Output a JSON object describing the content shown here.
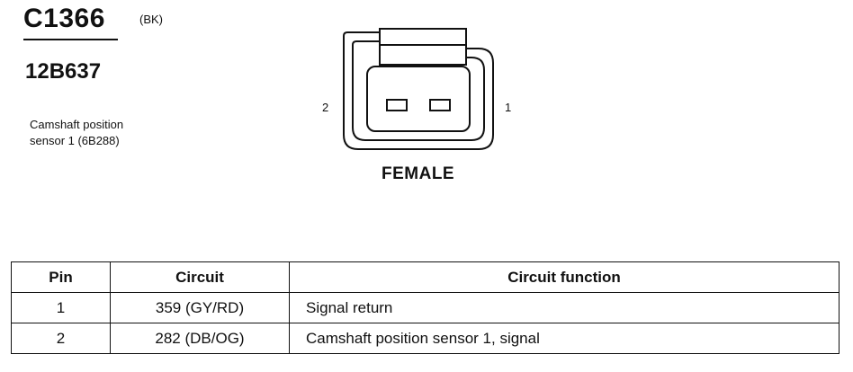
{
  "header": {
    "connector_id": "C1366",
    "connector_color": "(BK)",
    "part_number": "12B637",
    "component": "Camshaft position sensor 1 (6B288)"
  },
  "connector": {
    "pin_left_label": "2",
    "pin_right_label": "1",
    "gender": "FEMALE"
  },
  "table": {
    "headers": [
      "Pin",
      "Circuit",
      "Circuit function"
    ],
    "rows": [
      {
        "pin": "1",
        "circuit": "359 (GY/RD)",
        "function": "Signal return"
      },
      {
        "pin": "2",
        "circuit": "282 (DB/OG)",
        "function": "Camshaft position sensor 1, signal"
      }
    ]
  }
}
